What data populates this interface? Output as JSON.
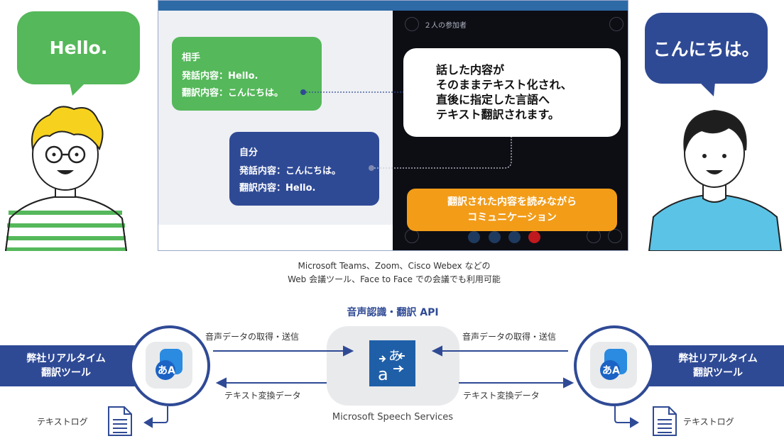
{
  "bubbles": {
    "left_text": "Hello.",
    "right_text": "こんにちは。"
  },
  "screen": {
    "participants": "２人の参加者",
    "partner_card": {
      "title": "相手",
      "line1": "発話内容：Hello.",
      "line2": "翻訳内容：こんにちは。"
    },
    "self_card": {
      "title": "自分",
      "line1": "発話内容：こんにちは。",
      "line2": "翻訳内容：Hello."
    },
    "note": "話した内容が\nそのままテキスト化され、\n直後に指定した言語へ\nテキスト翻訳されます。",
    "orange_note": "翻訳された内容を読みながら\nコミュニケーション"
  },
  "caption": {
    "line1": "Microsoft Teams、Zoom、Cisco Webex などの",
    "line2": "Web 会議ツール、Face to Face での会議でも利用可能"
  },
  "api": {
    "title": "音声認識・翻訳 API",
    "service_label": "Microsoft Speech Services"
  },
  "flows": {
    "left_to_api": "音声データの取得・送信",
    "api_to_left": "テキスト変換データ",
    "right_to_api": "音声データの取得・送信",
    "api_to_right": "テキスト変換データ"
  },
  "tools": {
    "left_label": "弊社リアルタイム\n翻訳ツール",
    "right_label": "弊社リアルタイム\n翻訳ツール",
    "left_log": "テキストログ",
    "right_log": "テキストログ"
  },
  "colors": {
    "green": "#55b85a",
    "navy": "#2f4a95",
    "orange": "#f29c18",
    "microsoft_blue": "#1f5fa8"
  }
}
